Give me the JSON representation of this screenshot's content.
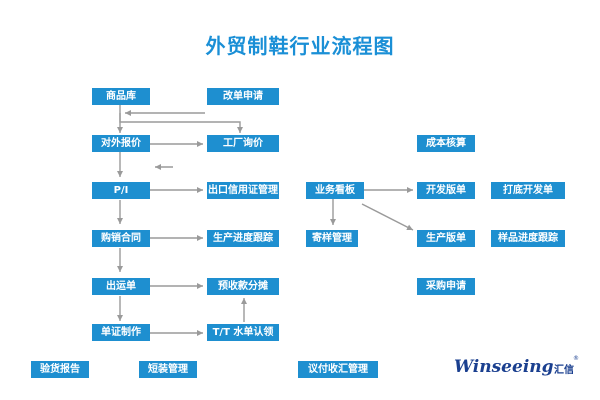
{
  "title": "外贸制鞋行业流程图",
  "boxes": {
    "product_library": "商品库",
    "change_order_request": "改单申请",
    "external_quote": "对外报价",
    "factory_inquiry": "工厂询价",
    "cost_accounting": "成本核算",
    "pi": "P/I",
    "export_lc_management": "出口信用证管理",
    "business_board": "业务看板",
    "development_order": "开发版单",
    "proofing_development_order": "打底开发单",
    "sales_contract": "购销合同",
    "production_progress_tracking": "生产进度跟踪",
    "sample_management": "寄样管理",
    "production_order": "生产版单",
    "sample_progress_tracking": "样品进度跟踪",
    "shipping_order": "出运单",
    "advance_payment_allocation": "预收款分摊",
    "purchase_request": "采购申请",
    "document_making": "单证制作",
    "tt_remittance_claim": "T/T 水单认领",
    "inspection_report": "验货报告",
    "short_shipment_management": "短装管理",
    "payment_collection_management": "议付收汇管理"
  },
  "logo": {
    "text": "Winseeing",
    "cn_text": "汇信",
    "reg_mark": "®"
  },
  "colors": {
    "box": "#1e8fd0",
    "title": "#1a8fd6",
    "arrow": "#9a9a9a",
    "logo": "#1a3f8f"
  }
}
